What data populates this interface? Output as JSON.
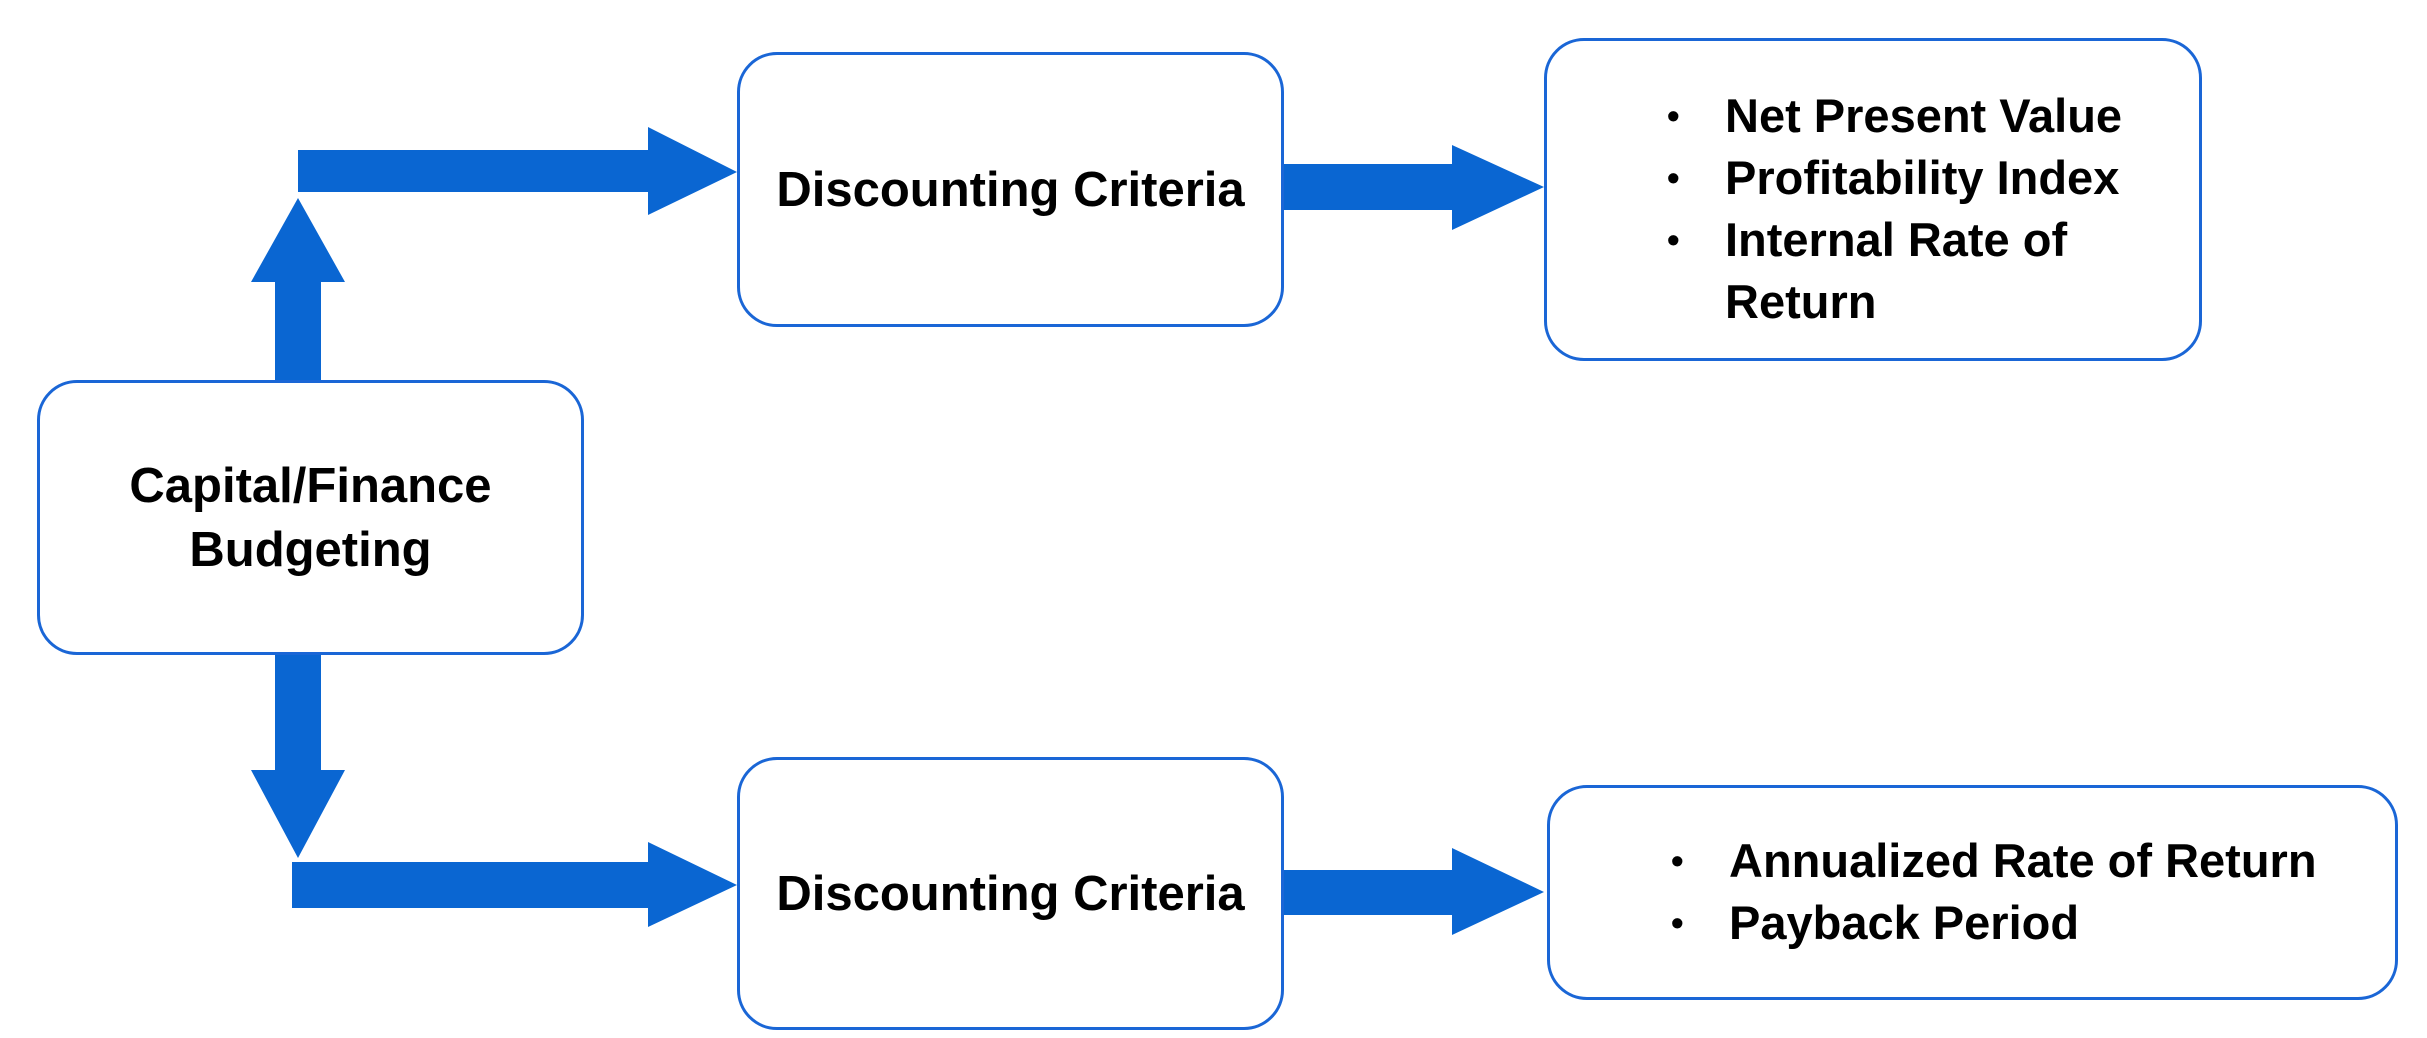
{
  "colors": {
    "arrow": "#0a66d2",
    "box_border": "#1a66d6",
    "text": "#000000"
  },
  "source": {
    "label": "Capital/Finance Budgeting"
  },
  "branches": [
    {
      "category_label": "Discounting Criteria",
      "methods": [
        "Net Present Value",
        "Profitability Index",
        "Internal Rate of Return"
      ]
    },
    {
      "category_label": "Discounting Criteria",
      "methods": [
        "Annualized Rate of Return",
        "Payback Period"
      ]
    }
  ],
  "bullet_glyph": "•"
}
